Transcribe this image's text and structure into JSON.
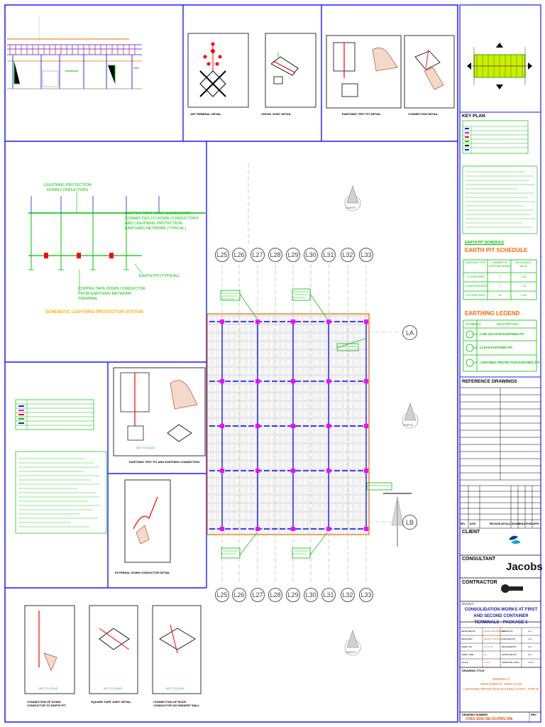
{
  "sheet": {
    "key_plan_label": "KEY PLAN",
    "reference_drawings_label": "REFERENCE DRAWINGS",
    "client_label": "CLIENT",
    "consultant_label": "CONSULTANT",
    "contractor_label": "CONTRACTOR",
    "consultant_logo": "Jacobs",
    "project_label": "PROJECT",
    "project_title": "CONSOLIDATION WORKS AT FIRST AND SECOND CONTAINER TERMINALS - PACKAGE 1",
    "drawing_title_label": "DRAWING TITLE",
    "drawing_title_lines": [
      "TERMINAL 2",
      "OPEN SHED 07 - ROOF PLAN",
      "LIGHTNING PROTECTION SYSTEM LAYOUT - PART B"
    ],
    "drawing_number_label": "DRAWING NUMBER",
    "rev_label": "REV",
    "drawing_number": "CHEC-ENG-BE-03-DWG-406",
    "revision_headers": [
      "REV",
      "DATE",
      "REVISION DETAILS",
      "DRAWN",
      "CHKD",
      "RVWD",
      "APPD"
    ],
    "signature_rows": [
      {
        "label": "DESIGNED BY",
        "value": "DIGEP ENGINEERING",
        "label2": "DRAWN BY",
        "value2": "N.A."
      },
      {
        "label": "DESIGNED",
        "value": "SELECT PROJECT",
        "label2": "CHECKED BY",
        "value2": "A.M."
      },
      {
        "label": "SHEET NO.",
        "value": "02 OF 02",
        "label2": "REVIEWED BY",
        "value2": "M.K."
      },
      {
        "label": "SHEET SIZE",
        "value": "A1",
        "label2": "APPROVED BY",
        "value2": "M.A."
      },
      {
        "label": "SCALE",
        "value": "1:200",
        "label2": "APPROVAL DATE",
        "value2": "XXXX"
      }
    ]
  },
  "legend": {
    "earth_pit_title": "EARTH PIT SCHEDULE",
    "earth_pit_headers": [
      "EARTHING TYPE",
      "NUMBER OF EARTHING BONDS",
      "RESISTANCE VALUE"
    ],
    "earth_pit_rows": [
      [
        "LV EARTHING",
        "2",
        "< 1Ω"
      ],
      [
        "CLEAN EARTHING",
        "1",
        "< 1Ω"
      ],
      [
        "LPS EARTHING",
        "10",
        "< 10Ω"
      ]
    ],
    "earthing_legend_title": "EARTHING LEGEND",
    "earthing_legend_headers": [
      "SYMBOLS",
      "DESCRIPTION"
    ],
    "earthing_legend_rows": [
      {
        "symbol": "LV",
        "description": "LOW VOLTAGE EARTHING PIT"
      },
      {
        "symbol": "CE",
        "description": "CLEAN EARTHING PIT"
      },
      {
        "symbol": "LP",
        "description": "LIGHTNING PROTECTION EARTHING PIT"
      }
    ]
  },
  "details": {
    "d1": "AIR TERMINAL DETAIL",
    "d2": "CROSS JOINT DETAIL",
    "d3": "EARTHING TEST PIT DETAIL",
    "d4": "CONNECTION DETAIL",
    "d5": "SCHEMATIC LIGHTNING PROTECTION SYSTEM",
    "d6": "EARTHING TEST PIT AND EARTHING CONNECTION",
    "d7": "EXTERNAL DOWN CONDUCTOR DETAIL",
    "d8": "CONNECTION OF DOWN CONDUCTOR TO EARTH PIT",
    "d9": "SQUARE TAPE JOINT DETAIL",
    "d10": "CONNECTION OF ROOF CONDUCTOR ON PARAPET WALL",
    "schematic_labels": [
      "LIGHTNING PROTECTION DOWN CONDUCTORS",
      "COPPER TAPE ROOF CONDUCTOR CONNECTED TO DOWN CONDUCTORS AND LIGHTNING PROTECTION EARTHING NETWORK (TYPICAL)",
      "EARTH PIT (TYPICAL)",
      "COPPER TAPE DOWN CONDUCTOR FROM EARTHING NETWORK TERMINAL"
    ],
    "not_to_scale": "NOT TO SCALE"
  },
  "plan": {
    "gridlines": [
      "L25",
      "L26",
      "L27",
      "L28",
      "L29",
      "L30",
      "L31",
      "L32",
      "L33"
    ],
    "row_bubbles": [
      "LA",
      "LB"
    ],
    "north_labels": [
      "NORTH",
      "NORTH",
      "NORTH"
    ]
  },
  "colors": {
    "frame": "#1a1aff",
    "conductor": "#00c000",
    "roof_tape": "#0000ff",
    "earth_pit": "#ff00ff",
    "air_terminal": "#ff0000",
    "parapet": "#e07000"
  }
}
